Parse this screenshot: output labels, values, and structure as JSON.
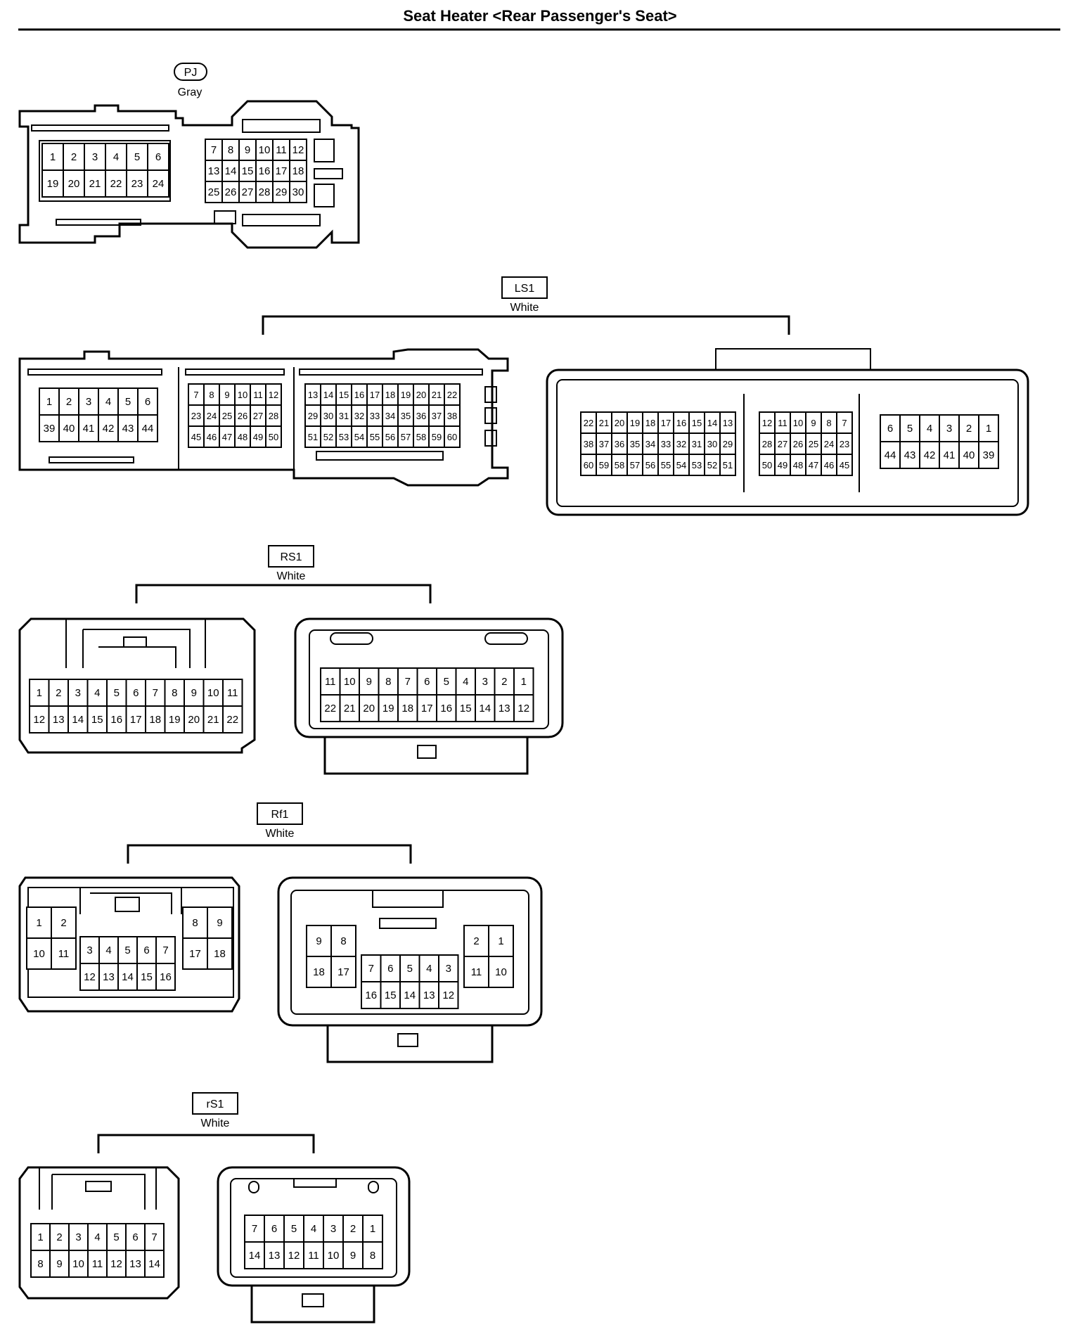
{
  "title": "Seat Heater <Rear Passenger's Seat>",
  "connectors": [
    {
      "code": "PJ",
      "color": "Gray"
    },
    {
      "code": "LS1",
      "color": "White"
    },
    {
      "code": "RS1",
      "color": "White"
    },
    {
      "code": "Rf1",
      "color": "White"
    },
    {
      "code": "rS1",
      "color": "White"
    }
  ],
  "pin_grids": {
    "pj_left": [
      [
        "1",
        "2",
        "3",
        "4",
        "5",
        "6"
      ],
      [
        "19",
        "20",
        "21",
        "22",
        "23",
        "24"
      ]
    ],
    "pj_right": [
      [
        "7",
        "8",
        "9",
        "10",
        "11",
        "12"
      ],
      [
        "13",
        "14",
        "15",
        "16",
        "17",
        "18"
      ],
      [
        "25",
        "26",
        "27",
        "28",
        "29",
        "30"
      ]
    ],
    "ls1_a": [
      [
        "1",
        "2",
        "3",
        "4",
        "5",
        "6"
      ],
      [
        "39",
        "40",
        "41",
        "42",
        "43",
        "44"
      ]
    ],
    "ls1_b": [
      [
        "7",
        "8",
        "9",
        "10",
        "11",
        "12"
      ],
      [
        "23",
        "24",
        "25",
        "26",
        "27",
        "28"
      ],
      [
        "45",
        "46",
        "47",
        "48",
        "49",
        "50"
      ]
    ],
    "ls1_c": [
      [
        "13",
        "14",
        "15",
        "16",
        "17",
        "18",
        "19",
        "20",
        "21",
        "22"
      ],
      [
        "29",
        "30",
        "31",
        "32",
        "33",
        "34",
        "35",
        "36",
        "37",
        "38"
      ],
      [
        "51",
        "52",
        "53",
        "54",
        "55",
        "56",
        "57",
        "58",
        "59",
        "60"
      ]
    ],
    "ls1_d": [
      [
        "22",
        "21",
        "20",
        "19",
        "18",
        "17",
        "16",
        "15",
        "14",
        "13"
      ],
      [
        "38",
        "37",
        "36",
        "35",
        "34",
        "33",
        "32",
        "31",
        "30",
        "29"
      ],
      [
        "60",
        "59",
        "58",
        "57",
        "56",
        "55",
        "54",
        "53",
        "52",
        "51"
      ]
    ],
    "ls1_e": [
      [
        "12",
        "11",
        "10",
        "9",
        "8",
        "7"
      ],
      [
        "28",
        "27",
        "26",
        "25",
        "24",
        "23"
      ],
      [
        "50",
        "49",
        "48",
        "47",
        "46",
        "45"
      ]
    ],
    "ls1_f": [
      [
        "6",
        "5",
        "4",
        "3",
        "2",
        "1"
      ],
      [
        "44",
        "43",
        "42",
        "41",
        "40",
        "39"
      ]
    ],
    "rs1_a": [
      [
        "1",
        "2",
        "3",
        "4",
        "5",
        "6",
        "7",
        "8",
        "9",
        "10",
        "11"
      ],
      [
        "12",
        "13",
        "14",
        "15",
        "16",
        "17",
        "18",
        "19",
        "20",
        "21",
        "22"
      ]
    ],
    "rs1_b": [
      [
        "11",
        "10",
        "9",
        "8",
        "7",
        "6",
        "5",
        "4",
        "3",
        "2",
        "1"
      ],
      [
        "22",
        "21",
        "20",
        "19",
        "18",
        "17",
        "16",
        "15",
        "14",
        "13",
        "12"
      ]
    ],
    "rf1_a1": [
      [
        "1",
        "2"
      ],
      [
        "10",
        "11"
      ]
    ],
    "rf1_a2": [
      [
        "8",
        "9"
      ],
      [
        "17",
        "18"
      ]
    ],
    "rf1_a3": [
      [
        "3",
        "4",
        "5",
        "6",
        "7"
      ],
      [
        "12",
        "13",
        "14",
        "15",
        "16"
      ]
    ],
    "rf1_b1": [
      [
        "9",
        "8"
      ],
      [
        "18",
        "17"
      ]
    ],
    "rf1_b2": [
      [
        "2",
        "1"
      ],
      [
        "11",
        "10"
      ]
    ],
    "rf1_b3": [
      [
        "7",
        "6",
        "5",
        "4",
        "3"
      ],
      [
        "16",
        "15",
        "14",
        "13",
        "12"
      ]
    ],
    "rs1l_a": [
      [
        "1",
        "2",
        "3",
        "4",
        "5",
        "6",
        "7"
      ],
      [
        "8",
        "9",
        "10",
        "11",
        "12",
        "13",
        "14"
      ]
    ],
    "rs1l_b": [
      [
        "7",
        "6",
        "5",
        "4",
        "3",
        "2",
        "1"
      ],
      [
        "14",
        "13",
        "12",
        "11",
        "10",
        "9",
        "8"
      ]
    ]
  }
}
